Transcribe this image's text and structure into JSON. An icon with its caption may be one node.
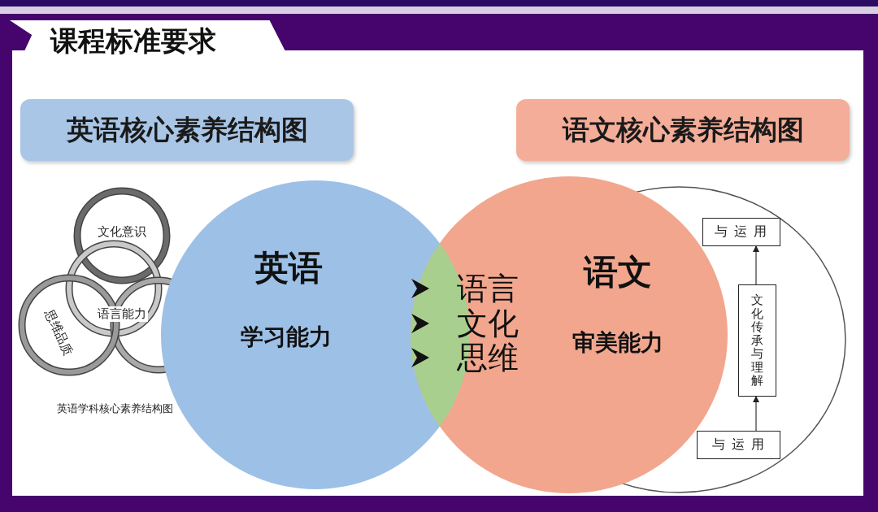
{
  "diagram": {
    "title": "课程标准要求",
    "nodes": [
      {
        "text": [
          "英语核心素养结构图"
        ]
      },
      {
        "text": [
          "语文核心素养结构图"
        ]
      },
      {
        "text": [
          "英语",
          "学习能力"
        ]
      },
      {
        "text": [
          "语文",
          "审美能力"
        ]
      },
      {
        "text": [
          "与运用"
        ]
      },
      {
        "text": [
          "文化传承与理解"
        ]
      },
      {
        "text": [
          "与运用"
        ]
      }
    ],
    "edges": [
      {
        "from": 6,
        "to": 5,
        "arrow": "to"
      },
      {
        "from": 5,
        "to": 4,
        "arrow": "to"
      }
    ],
    "labels": [
      "语言",
      "文化",
      "思维",
      "文化意识",
      "语言能力",
      "思维品质",
      "英语学科核心素养结构图"
    ]
  }
}
